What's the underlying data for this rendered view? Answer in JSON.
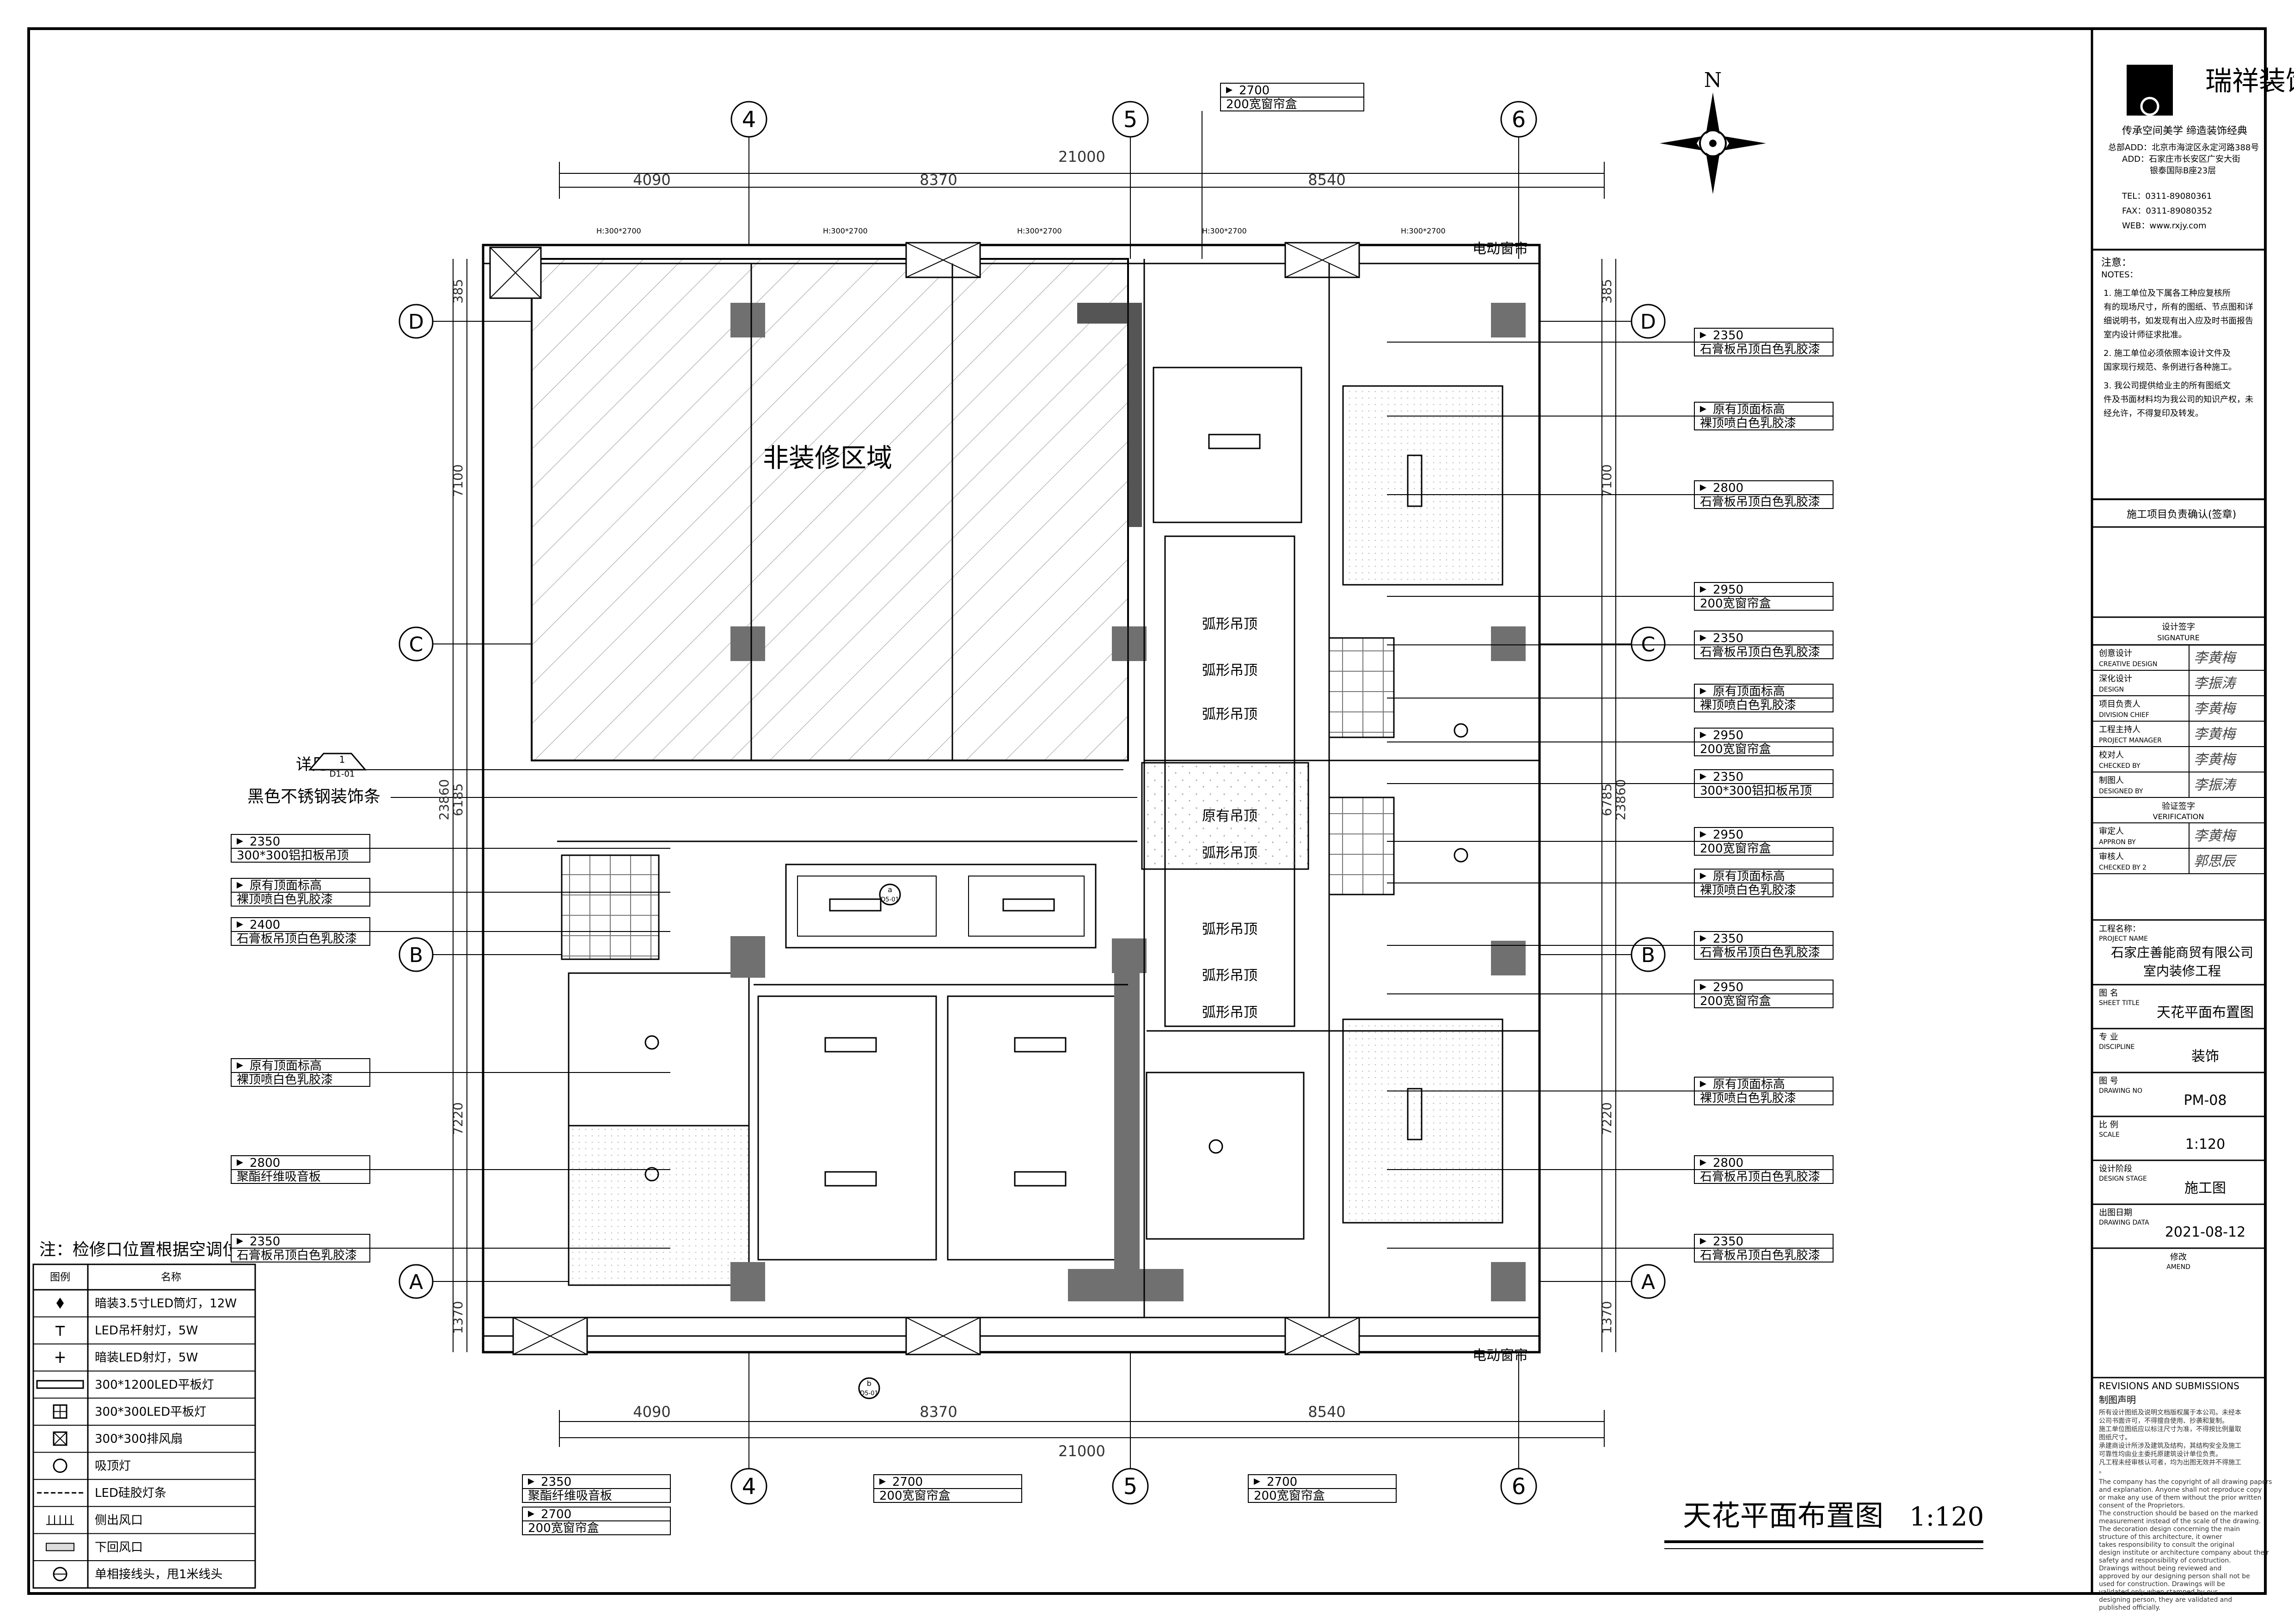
{
  "drawing": {
    "title": "天花平面布置图",
    "scale_label": "1:120",
    "non_decor_area": "非装修区域",
    "north": "N",
    "note_access": "注：检修口位置根据空调位置确定。",
    "detail_ref_label": "详见",
    "detail_ref_top": "1",
    "detail_ref_bottom": "D1-01",
    "detail_ref_text": "黑色不锈钢装饰条",
    "curtain_label": "电动窗帘",
    "arc_ceiling": "弧形吊顶",
    "original_ceiling": "原有吊顶",
    "section_a_top": "a",
    "section_a_bottom": "D5-01",
    "section_b_top": "b",
    "section_b_bottom": "D5-01"
  },
  "grid": {
    "columns": [
      "4",
      "5",
      "6"
    ],
    "rows": [
      "D",
      "C",
      "B",
      "A"
    ],
    "dims_top": [
      "21000",
      "4090",
      "8370",
      "8540"
    ],
    "dims_bottom": [
      "4090",
      "8370",
      "8540",
      "21000"
    ],
    "dims_left": [
      "385",
      "7100",
      "6185",
      "23860",
      "7220",
      "1370"
    ],
    "dims_right": [
      "385",
      "7100",
      "6785",
      "23860",
      "7220",
      "1370"
    ],
    "h_marks": [
      "H:300*2700",
      "H:300*2700",
      "H:300*2700",
      "H:300*2700",
      "H:300*2700"
    ]
  },
  "tags_right": [
    {
      "elev": "2350",
      "desc": "石膏板吊顶白色乳胶漆"
    },
    {
      "elev": "原有顶面标高",
      "desc": "裸顶喷白色乳胶漆"
    },
    {
      "elev": "2800",
      "desc": "石膏板吊顶白色乳胶漆"
    },
    {
      "elev": "2950",
      "desc": "200宽窗帘盒"
    },
    {
      "elev": "2350",
      "desc": "石膏板吊顶白色乳胶漆"
    },
    {
      "elev": "原有顶面标高",
      "desc": "裸顶喷白色乳胶漆"
    },
    {
      "elev": "2950",
      "desc": "200宽窗帘盒"
    },
    {
      "elev": "2350",
      "desc": "300*300铝扣板吊顶"
    },
    {
      "elev": "2950",
      "desc": "200宽窗帘盒"
    },
    {
      "elev": "原有顶面标高",
      "desc": "裸顶喷白色乳胶漆"
    },
    {
      "elev": "2350",
      "desc": "石膏板吊顶白色乳胶漆"
    },
    {
      "elev": "2950",
      "desc": "200宽窗帘盒"
    },
    {
      "elev": "原有顶面标高",
      "desc": "裸顶喷白色乳胶漆"
    },
    {
      "elev": "2800",
      "desc": "石膏板吊顶白色乳胶漆"
    },
    {
      "elev": "2350",
      "desc": "石膏板吊顶白色乳胶漆"
    }
  ],
  "tags_left": [
    {
      "elev": "2350",
      "desc": "300*300铝扣板吊顶"
    },
    {
      "elev": "原有顶面标高",
      "desc": "裸顶喷白色乳胶漆"
    },
    {
      "elev": "2400",
      "desc": "石膏板吊顶白色乳胶漆"
    },
    {
      "elev": "原有顶面标高",
      "desc": "裸顶喷白色乳胶漆"
    },
    {
      "elev": "2800",
      "desc": "聚酯纤维吸音板"
    },
    {
      "elev": "2350",
      "desc": "石膏板吊顶白色乳胶漆"
    }
  ],
  "tag_top": {
    "elev": "2700",
    "desc": "200宽窗帘盒"
  },
  "tags_bottom": [
    {
      "elev": "2350",
      "desc": "聚酯纤维吸音板"
    },
    {
      "elev": "2700",
      "desc": "200宽窗帘盒"
    },
    {
      "elev": "2700",
      "desc": "200宽窗帘盒"
    },
    {
      "elev": "2700",
      "desc": "200宽窗帘盒"
    }
  ],
  "legend": {
    "header_symbol": "图例",
    "header_name": "名称",
    "rows": [
      {
        "icon": "recessed-downlight-icon",
        "name": "暗装3.5寸LED筒灯，12W"
      },
      {
        "icon": "pendant-spotlight-icon",
        "name": "LED吊杆射灯，5W"
      },
      {
        "icon": "recessed-spotlight-icon",
        "name": "暗装LED射灯，5W"
      },
      {
        "icon": "panel-light-300x1200-icon",
        "name": "300*1200LED平板灯"
      },
      {
        "icon": "panel-light-300x300-icon",
        "name": "300*300LED平板灯"
      },
      {
        "icon": "exhaust-fan-icon",
        "name": "300*300排风扇"
      },
      {
        "icon": "ceiling-light-icon",
        "name": "吸顶灯"
      },
      {
        "icon": "led-strip-icon",
        "name": "LED硅胶灯条"
      },
      {
        "icon": "side-vent-icon",
        "name": "侧出风口"
      },
      {
        "icon": "return-vent-icon",
        "name": "下回风口"
      },
      {
        "icon": "junction-box-icon",
        "name": "单相接线头，甩1米线头"
      }
    ]
  },
  "title_block": {
    "company_name": "瑞祥装饰",
    "slogan": "传承空间美学  缔造装饰经典",
    "address_1": "总部ADD：北京市海淀区永定河路388号",
    "address_2": "ADD：石家庄市长安区广安大街",
    "address_3": "银泰国际B座23层",
    "tel": "TEL：0311-89080361",
    "fax": "FAX：0311-89080352",
    "web": "WEB：www.rxjy.com",
    "notes_title": "注意：",
    "notes_title_en": "NOTES：",
    "notes": [
      "1.  施工单位及下属各工种应复核所有的现场尺寸，所有的图纸、节点图和详细说明书，如发现有出入应及时书面报告室内设计师征求批准。",
      "2.  施工单位必须依照本设计文件及国家现行规范、条例进行各种施工。",
      "3.  我公司提供给业主的所有图纸文件及书面材料均为我公司的知识产权，未经允许，不得复印及转发。"
    ],
    "pm_confirm": "施工项目负责确认(签章)",
    "design_sign": "设计签字",
    "design_sign_en": "SIGNATURE",
    "roles": [
      {
        "cn": "创意设计",
        "en": "CREATIVE DESIGN",
        "sig": "李黄梅"
      },
      {
        "cn": "深化设计",
        "en": "DESIGN",
        "sig": "李振涛"
      },
      {
        "cn": "项目负责人",
        "en": "DIVISION CHIEF",
        "sig": "李黄梅"
      },
      {
        "cn": "工程主持人",
        "en": "PROJECT MANAGER",
        "sig": "李黄梅"
      },
      {
        "cn": "校对人",
        "en": "CHECKED BY",
        "sig": "李黄梅"
      },
      {
        "cn": "制图人",
        "en": "DESIGNED BY",
        "sig": "李振涛"
      }
    ],
    "verify": "验证签字",
    "verify_en": "VERIFICATION",
    "approvers": [
      {
        "cn": "审定人",
        "en": "APPRON BY",
        "sig": "李黄梅"
      },
      {
        "cn": "审核人",
        "en": "CHECKED BY 2",
        "sig": "郭思辰"
      }
    ],
    "project_label_cn": "工程名称：",
    "project_label_en": "PROJECT NAME",
    "project_name_1": "石家庄善能商贸有限公司",
    "project_name_2": "室内装修工程",
    "sheet_label_cn": "图  名",
    "sheet_label_en": "SHEET TITLE",
    "sheet_title": "天花平面布置图",
    "disc_label_cn": "专  业",
    "disc_label_en": "DISCIPLINE",
    "discipline": "装饰",
    "no_label_cn": "图  号",
    "no_label_en": "DRAWING NO",
    "drawing_no": "PM-08",
    "scale_label_cn": "比  例",
    "scale_label_en": "SCALE",
    "scale": "1:120",
    "stage_label_cn": "设计阶段",
    "stage_label_en": "DESIGN STAGE",
    "stage": "施工图",
    "date_label_cn": "出图日期",
    "date_label_en": "DRAWING DATA",
    "date": "2021-08-12",
    "amend_cn": "修改",
    "amend_en": "AMEND",
    "revisions_title": "REVISIONS AND SUBMISSIONS",
    "copyright_title": "制图声明",
    "copyright_cn": [
      "所有设计图纸及说明文档版权属于本公司。未经本公司书面许可，不得擅自使用、抄袭和复制。",
      "施工单位图纸应以标注尺寸为准，不得按比例量取图纸尺寸。",
      "承建商设计所涉及建筑及结构，其结构安全及施工可靠性均由业主委托原建筑设计单位负责。",
      "凡工程未经审核认可者，均为出图无效并不得施工。"
    ],
    "copyright_en": [
      "The company has the copyright of all drawing papers",
      "and explanation. Anyone shall not reproduce copy",
      "or make any use of them without the prior written",
      "consent of the Proprietors.",
      "The construction should be based on the marked",
      "measurement instead of the scale of the drawing.",
      "The decoration design concerning the main",
      "structure of this architecture, it owner",
      "takes responsibility to consult the original",
      "design institute or architecture company about their",
      "safety and responsibility of construction.",
      "Drawings without being reviewed and",
      "approved by our designing person shall not be",
      "used for construction. Drawings will be",
      "validated only when stamped by our",
      "designing person, they are validated and",
      "published officially."
    ]
  }
}
